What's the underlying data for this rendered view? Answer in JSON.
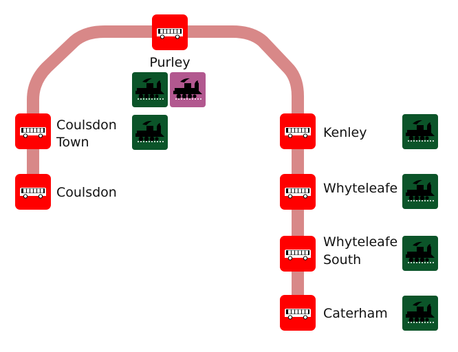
{
  "colors": {
    "route_line": "#d88888",
    "bus_stop": "#ff0000",
    "rail_mainline": "#0b5429",
    "rail_other": "#b2588f",
    "icon_white": "#ffffff",
    "icon_black": "#000000"
  },
  "stations": {
    "purley": {
      "name": "Purley",
      "bus_icon": "bus-icon",
      "rail_icons": [
        "steam-train-icon",
        "steam-train-icon"
      ]
    },
    "coulsdon_town": {
      "name_line1": "Coulsdon",
      "name_line2": "Town",
      "bus_icon": "bus-icon",
      "rail_icon": "steam-train-icon"
    },
    "coulsdon": {
      "name": "Coulsdon",
      "bus_icon": "bus-icon"
    },
    "kenley": {
      "name": "Kenley",
      "bus_icon": "bus-icon",
      "rail_icon": "steam-train-icon"
    },
    "whyteleafe": {
      "name": "Whyteleafe",
      "bus_icon": "bus-icon",
      "rail_icon": "steam-train-icon"
    },
    "whyteleafe_south": {
      "name_line1": "Whyteleafe",
      "name_line2": "South",
      "bus_icon": "bus-icon",
      "rail_icon": "steam-train-icon"
    },
    "caterham": {
      "name": "Caterham",
      "bus_icon": "bus-icon",
      "rail_icon": "steam-train-icon"
    }
  }
}
